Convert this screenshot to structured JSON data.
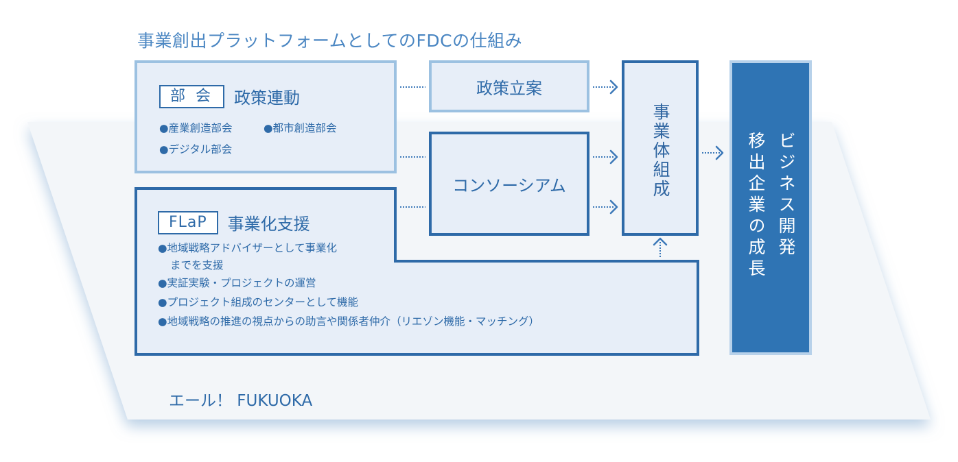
{
  "title": "事業創出プラットフォームとしてのFDCの仕組み",
  "bukai": {
    "tag": "部 会",
    "heading": "政策連動",
    "bullets": [
      "●産業創造部会",
      "●都市創造部会",
      "●デジタル部会"
    ]
  },
  "flap": {
    "tag": "FLaP",
    "heading": "事業化支援",
    "bullets": [
      "●地域戦略アドバイザーとして事業化",
      "までを支援",
      "●実証実験・プロジェクトの運営",
      "●プロジェクト組成のセンターとして機能",
      "●地域戦略の推進の視点からの助言や関係者仲介（リエゾン機能・マッチング）"
    ]
  },
  "policy": {
    "label": "政策立案"
  },
  "consortium": {
    "label": "コンソーシアム"
  },
  "business": {
    "label": "事業体組成"
  },
  "outcome": {
    "col1": "ビジネス開発",
    "col2": "移出企業の成長"
  },
  "footer": "エール！ FUKUOKA",
  "colors": {
    "dark_blue": "#2e6aa8",
    "light_blue": "#9cc1e1",
    "box_fill": "#e7eef8",
    "outcome_fill": "#2f74b4",
    "platform": "#f3f6f9"
  }
}
